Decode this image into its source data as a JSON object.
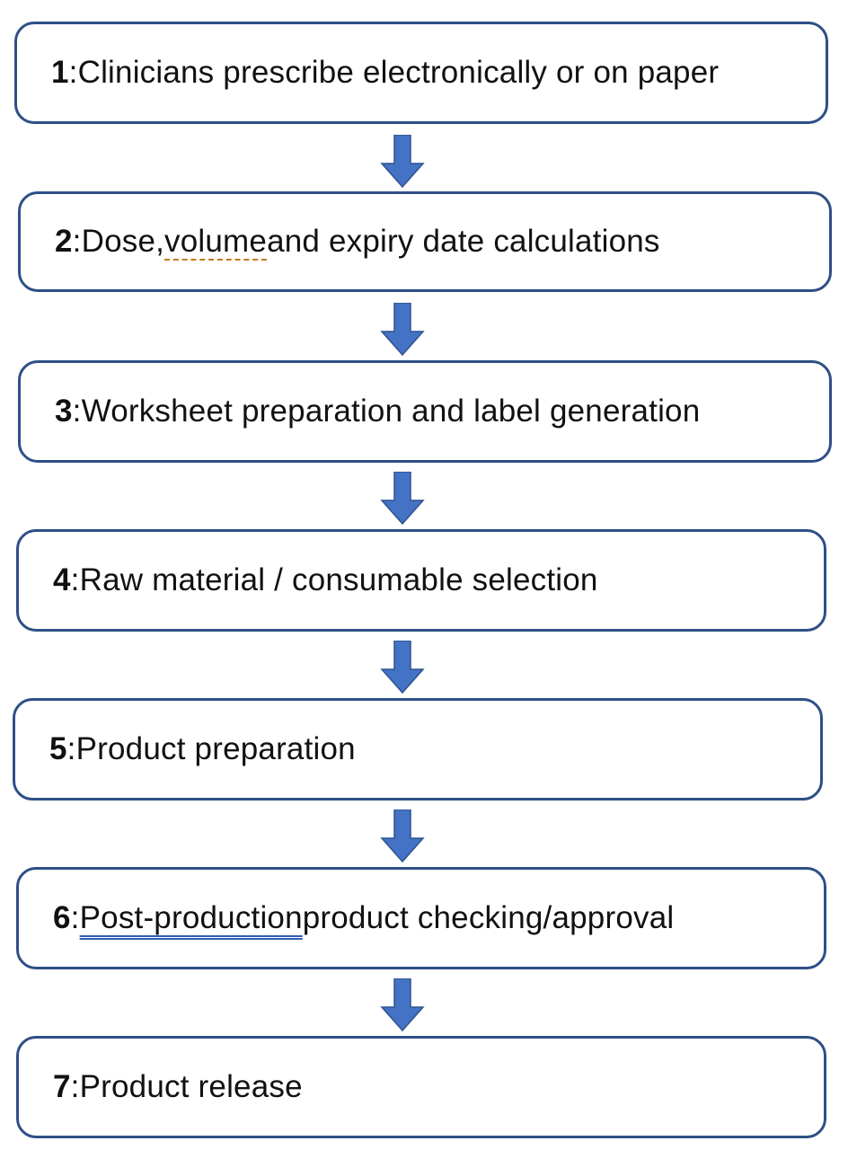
{
  "steps": [
    {
      "num": "1",
      "sep": ": ",
      "pre": "Clinicians prescribe electronically or on paper",
      "mark": "",
      "post": ""
    },
    {
      "num": "2",
      "sep": ": ",
      "pre": "Dose, ",
      "mark": "volume",
      "post": " and expiry date calculations"
    },
    {
      "num": "3",
      "sep": ": ",
      "pre": "Worksheet preparation and label generation",
      "mark": "",
      "post": ""
    },
    {
      "num": "4",
      "sep": ": ",
      "pre": "Raw material / consumable selection",
      "mark": "",
      "post": ""
    },
    {
      "num": "5",
      "sep": ": ",
      "pre": "Product preparation",
      "mark": "",
      "post": ""
    },
    {
      "num": "6",
      "sep": ": ",
      "pre": "",
      "mark": "Post-production",
      "post": " product checking/approval"
    },
    {
      "num": "7",
      "sep": ": ",
      "pre": "Product release",
      "mark": "",
      "post": ""
    }
  ],
  "colors": {
    "box_border": "#2f4f86",
    "arrow_fill": "#4472c4",
    "arrow_stroke": "#2f528f",
    "spellcheck_underline": "#c07a1a",
    "grammar_underline": "#2f5db8"
  }
}
